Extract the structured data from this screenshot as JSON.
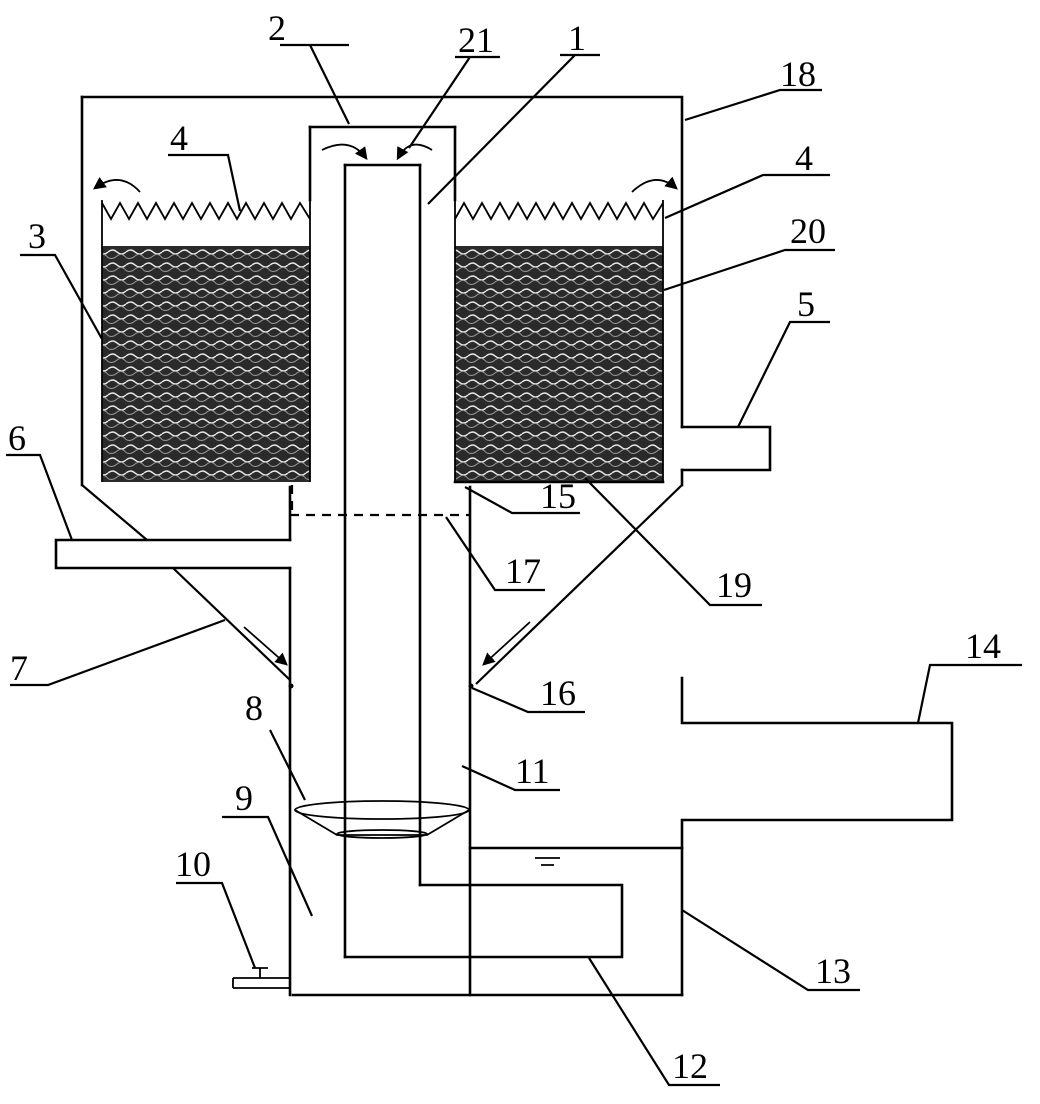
{
  "labels": [
    {
      "id": "2",
      "text": "2"
    },
    {
      "id": "21",
      "text": "21"
    },
    {
      "id": "1",
      "text": "1"
    },
    {
      "id": "18",
      "text": "18"
    },
    {
      "id": "4a",
      "text": "4"
    },
    {
      "id": "4b",
      "text": "4"
    },
    {
      "id": "3",
      "text": "3"
    },
    {
      "id": "20",
      "text": "20"
    },
    {
      "id": "5",
      "text": "5"
    },
    {
      "id": "6",
      "text": "6"
    },
    {
      "id": "15",
      "text": "15"
    },
    {
      "id": "17",
      "text": "17"
    },
    {
      "id": "19",
      "text": "19"
    },
    {
      "id": "7",
      "text": "7"
    },
    {
      "id": "14",
      "text": "14"
    },
    {
      "id": "16",
      "text": "16"
    },
    {
      "id": "8",
      "text": "8"
    },
    {
      "id": "11",
      "text": "11"
    },
    {
      "id": "9",
      "text": "9"
    },
    {
      "id": "10",
      "text": "10"
    },
    {
      "id": "13",
      "text": "13"
    },
    {
      "id": "12",
      "text": "12"
    }
  ]
}
